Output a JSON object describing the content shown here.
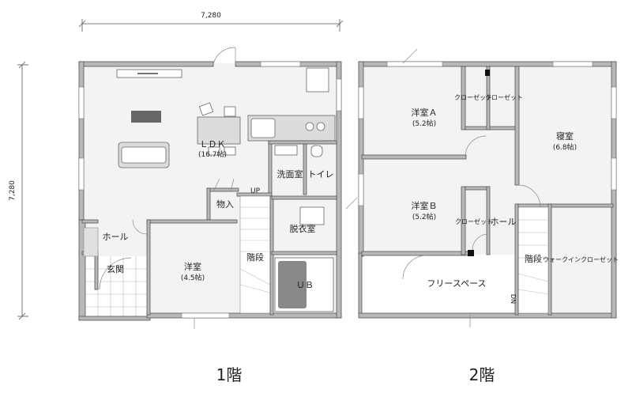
{
  "dimensions": {
    "top": "7,280",
    "left": "7,280"
  },
  "floor1": {
    "label": "1階",
    "rooms": {
      "ldk_name": "ＬＤＫ",
      "ldk_size": "(16.7帖)",
      "washroom": "洗面室",
      "toilet": "トイレ",
      "storage": "物入",
      "dressing": "脱衣室",
      "hall": "ホール",
      "entrance": "玄関",
      "western_name": "洋室",
      "western_size": "(4.5帖)",
      "stairs": "階段",
      "bath": "ＵＢ"
    },
    "stair_dir": "UP"
  },
  "floor2": {
    "label": "2階",
    "rooms": {
      "room_a_name": "洋室Ａ",
      "room_a_size": "(5.2帖)",
      "room_b_name": "洋室Ｂ",
      "room_b_size": "(5.2帖)",
      "bedroom_name": "寝室",
      "bedroom_size": "(6.8帖)",
      "closet_a": "クローゼット",
      "closet_bed": "クローゼット",
      "closet_b": "クローゼット",
      "hall": "ホール",
      "stairs": "階段",
      "walkin": "ウォークインクローゼット",
      "free_space": "フリースペース"
    },
    "stair_dir": "DN"
  }
}
